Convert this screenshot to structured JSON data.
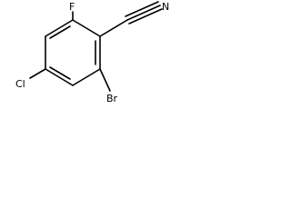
{
  "molecule": {
    "atoms": {
      "fluorine": "F",
      "nitrile_nitrogen": "N",
      "chlorine": "Cl",
      "bromine": "Br"
    }
  }
}
